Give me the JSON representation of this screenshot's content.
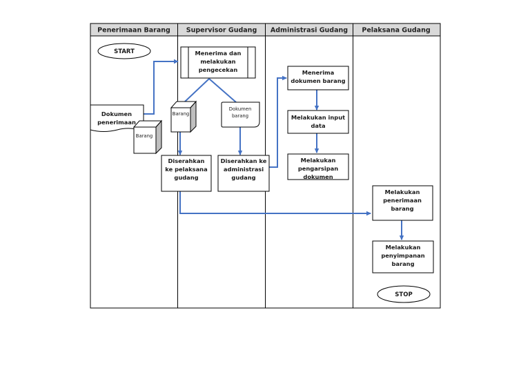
{
  "lanes": [
    {
      "label": "Penerimaan Barang"
    },
    {
      "label": "Supervisor Gudang"
    },
    {
      "label": "Administrasi Gudang"
    },
    {
      "label": "Pelaksana Gudang"
    }
  ],
  "nodes": {
    "start": {
      "label": "START"
    },
    "dokumen_penerimaan": {
      "lines": [
        "Dokumen",
        "penerimaan"
      ]
    },
    "barang_1": {
      "label": "Barang"
    },
    "menerima_pengecekan": {
      "lines": [
        "Menerima dan",
        "melakukan",
        "pengecekan"
      ]
    },
    "barang_2": {
      "label": "Barang"
    },
    "dokumen_barang_doc": {
      "lines": [
        "Dokumen",
        "barang"
      ]
    },
    "serah_pelaksana": {
      "lines": [
        "Diserahkan",
        "ke pelaksana",
        "gudang"
      ]
    },
    "serah_admin": {
      "lines": [
        "Diserahkan ke",
        "administrasi",
        "gudang"
      ]
    },
    "menerima_dokumen": {
      "lines": [
        "Menerima",
        "dokumen barang"
      ]
    },
    "input_data": {
      "lines": [
        "Melakukan input",
        "data"
      ]
    },
    "pengarsipan": {
      "lines": [
        "Melakukan",
        "pengarsipan",
        "dokumen"
      ]
    },
    "penerimaan_barang": {
      "lines": [
        "Melakukan",
        "penerimaan",
        "barang"
      ]
    },
    "penyimpanan": {
      "lines": [
        "Melakukan",
        "penyimpanan",
        "barang"
      ]
    },
    "stop": {
      "label": "STOP"
    }
  },
  "colors": {
    "arrow": "#4472c4",
    "border": "#000000",
    "header_fill": "#d9d9d9"
  }
}
